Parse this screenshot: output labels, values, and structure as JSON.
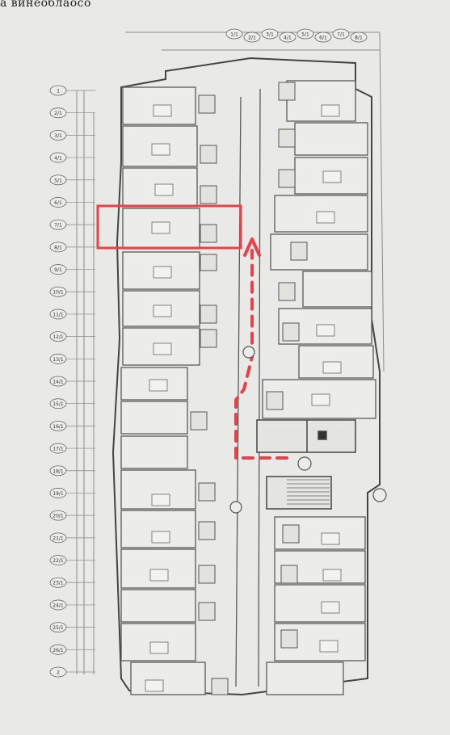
{
  "caption": {
    "text": "а  винеоблаосо"
  },
  "left_axis_labels": [
    "1",
    "2/1",
    "3/1",
    "4/1",
    "5/1",
    "6/1",
    "7/1",
    "8/1",
    "9/1",
    "10/1",
    "11/1",
    "12/1",
    "13/1",
    "14/1",
    "15/1",
    "16/1",
    "17/1",
    "18/1",
    "19/1",
    "20/1",
    "21/1",
    "22/1",
    "23/1",
    "24/1",
    "25/1",
    "26/1",
    "2"
  ],
  "top_axis_labels": [
    "1/1",
    "2/1",
    "3/1",
    "4/1",
    "5/1",
    "6/1",
    "7/1",
    "8/1"
  ],
  "highlight": {
    "color": "#e8414a"
  },
  "route": {
    "color": "#e8414a"
  },
  "colors": {
    "paper": "#e9e9e7",
    "line": "#555555",
    "grid": "#9a9a9a"
  }
}
